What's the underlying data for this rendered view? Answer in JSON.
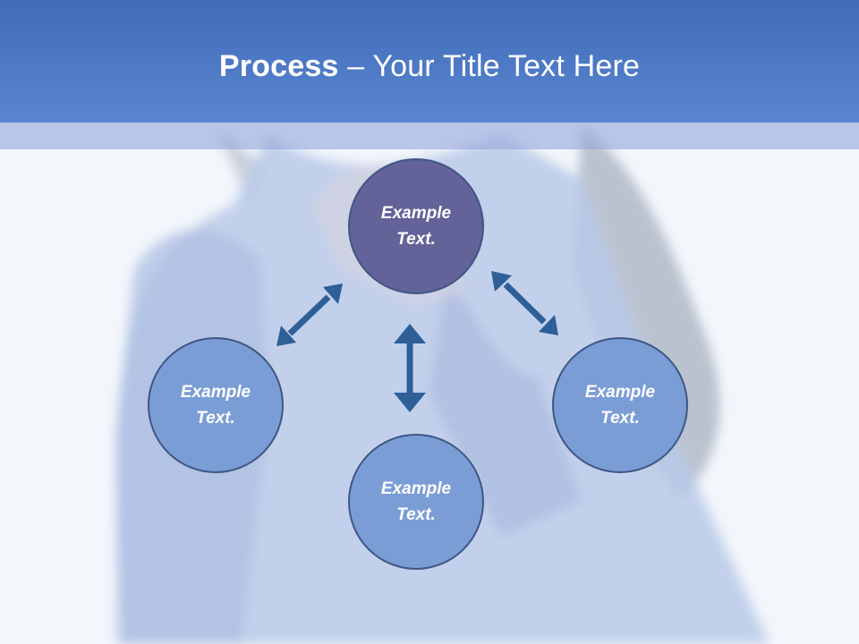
{
  "title": {
    "bold": "Process",
    "rest": " – Your Title Text Here"
  },
  "nodes": [
    {
      "id": "top",
      "text": "Example Text.",
      "color": "#636399"
    },
    {
      "id": "left",
      "text": "Example Text.",
      "color": "#7b9dd6"
    },
    {
      "id": "bottom",
      "text": "Example Text.",
      "color": "#7b9dd6"
    },
    {
      "id": "right",
      "text": "Example Text.",
      "color": "#7b9dd6"
    }
  ],
  "colors": {
    "header": "#4a76c4",
    "arrow": "#2e5f97",
    "node_border": "#3f5684"
  },
  "edges": [
    {
      "from": "top",
      "to": "left",
      "style": "double-arrow"
    },
    {
      "from": "top",
      "to": "bottom",
      "style": "double-arrow"
    },
    {
      "from": "top",
      "to": "right",
      "style": "double-arrow"
    }
  ]
}
